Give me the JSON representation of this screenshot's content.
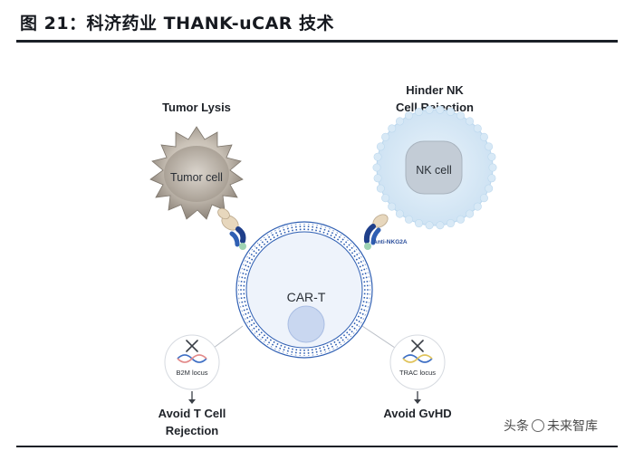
{
  "header": {
    "title": "图 21：科济药业 THANK-uCAR 技术"
  },
  "diagram": {
    "tumor": {
      "heading": "Tumor Lysis",
      "cell_label": "Tumor cell"
    },
    "nk": {
      "heading_line1": "Hinder NK",
      "heading_line2": "Cell Rejection",
      "cell_label": "NK cell",
      "receptor_label": "Anti-NKG2A"
    },
    "cart": {
      "label": "CAR-T"
    },
    "b2m": {
      "locus_label": "B2M locus",
      "outcome_line1": "Avoid T Cell",
      "outcome_line2": "Rejection"
    },
    "trac": {
      "locus_label": "TRAC locus",
      "outcome_line1": "Avoid GvHD"
    }
  },
  "watermark": {
    "text_prefix": "头条",
    "text_suffix": "未来智库"
  },
  "colors": {
    "membrane_blue": "#2f5fb3",
    "cart_bg": "#eef3fb",
    "nucleus": "#c9d7f0",
    "nk_halo": "#d8e9f6",
    "nk_nucleus": "#bfc9d3",
    "receptor_navy": "#1f3f8a",
    "receptor_tan": "#e7d7bd",
    "receptor_green": "#9fd3b3"
  }
}
